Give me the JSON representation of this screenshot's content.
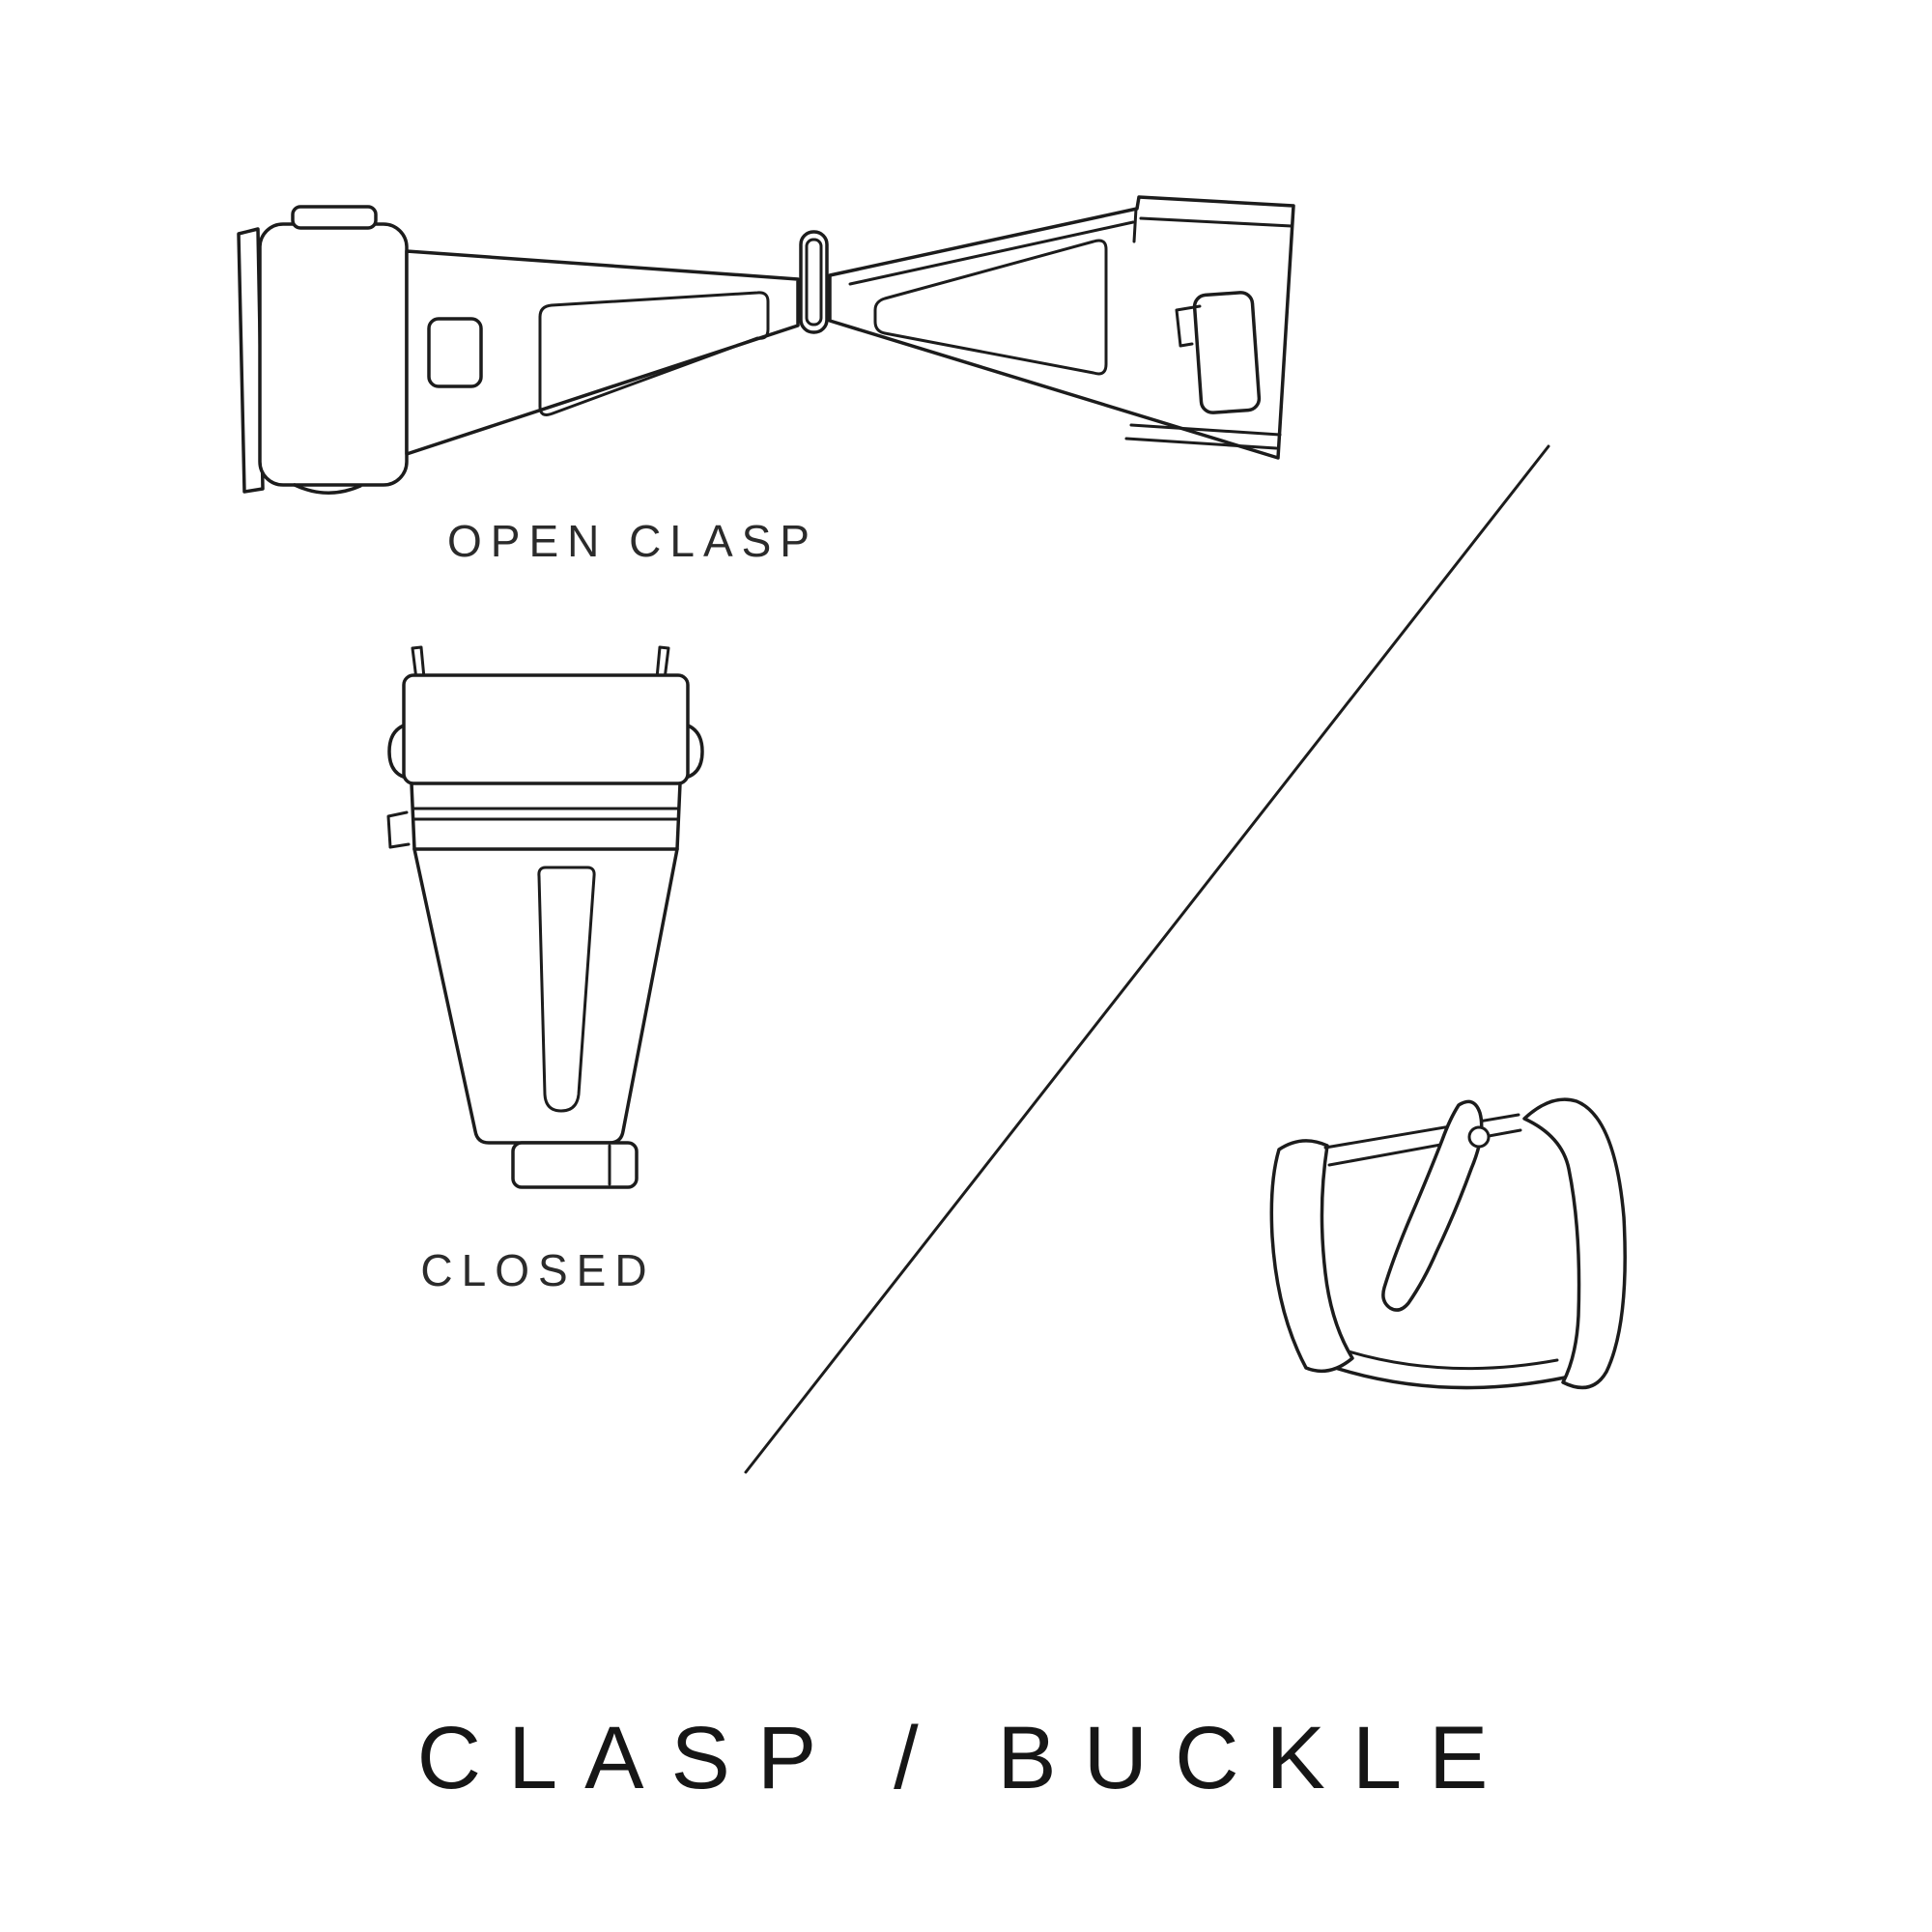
{
  "page": {
    "background": "#ffffff",
    "line_color": "#1c1c1c",
    "text_color": "#2b2b2b",
    "title_color": "#161616"
  },
  "labels": {
    "open_clasp": "OPEN CLASP",
    "closed": "CLOSED",
    "title": "CLASP / BUCKLE"
  },
  "icons": {
    "open_clasp_illustration": "open-deployant-clasp-line-drawing",
    "closed_clasp_illustration": "closed-deployant-clasp-line-drawing",
    "buckle_illustration": "pin-buckle-line-drawing",
    "divider": "diagonal-divider-line"
  }
}
